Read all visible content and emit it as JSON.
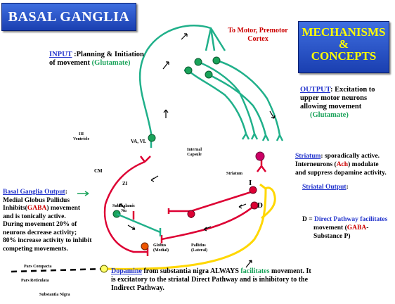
{
  "title": "BASAL GANGLIA",
  "mechanisms": {
    "line1": "MECHANISMS",
    "line2": "&",
    "line3": "CONCEPTS"
  },
  "motor_target": {
    "line1": "To Motor, Premotor",
    "line2": "Cortex"
  },
  "input": {
    "head": "INPUT",
    "text": " :Planning & Initiation",
    "line2": "of movement ",
    "glut": "(Glutamate)"
  },
  "output": {
    "head": "OUTPUT",
    "text": ": Excitation to",
    "line2": "upper motor neurons",
    "line3": "allowing movement",
    "glut": "(Glutamate)"
  },
  "striatum": {
    "head": "Striatum",
    "text1": ": sporadically active.",
    "line2a": "Interneurons (",
    "ach": "Ach",
    "line2b": ") modulate",
    "line3": "and suppress dopamine activity."
  },
  "striatal_output": "Striatal Output",
  "direct": {
    "d": "D = ",
    "dp": "Direct Pathway facilitates",
    "line2": "movement (",
    "gaba": "GABA",
    "line2b": "-",
    "line3": "Substance P)"
  },
  "bg_output": {
    "head": "Basal Ganglia Output",
    "colon": ":",
    "l2": "Medial Globus Pallidus",
    "l3a": "Inhibits(",
    "gaba": "GABA",
    "l3b": ") movement",
    "l4": "and is tonically active.",
    "l5": "During movement 20% of",
    "l6": "neurons decrease activity;",
    "l7": "80% increase activity to inhibit",
    "l8": "competing movements."
  },
  "dopamine": {
    "head": "Dopamine",
    "t1": " from substantia nigra ALWAYS ",
    "fac": "facilitates",
    "t2": " movement. It",
    "l2": "is excitatory to the striatal Direct Pathway and is inhibitory to the",
    "l3": "Indirect Pathway."
  },
  "labels": {
    "iii_ventricle_1": "III",
    "iii_ventricle_2": "Ventricle",
    "va_vl": "VA, VL",
    "cm": "CM",
    "zi": "ZI",
    "internal_capsule_1": "Internal",
    "internal_capsule_2": "Capsule",
    "striatum": "Striatum",
    "subthalamic_1": "Subthalamic",
    "subthalamic_2": "Nu",
    "globus_1": "Globus",
    "globus_2": "(Medial)",
    "pallidus_1": "Pallidus",
    "pallidus_2": "(Lateral)",
    "pars_compacta": "Pars Compacta",
    "pars_reticulata": "Pars Reticulata",
    "substantia_nigra": "Substantia Nigra",
    "marker_i": "I",
    "marker_d": "D"
  },
  "colors": {
    "green": "#1aa35a",
    "teal": "#20b08a",
    "red": "#dd0033",
    "yellow": "#ffd700",
    "magenta": "#cc0066"
  }
}
